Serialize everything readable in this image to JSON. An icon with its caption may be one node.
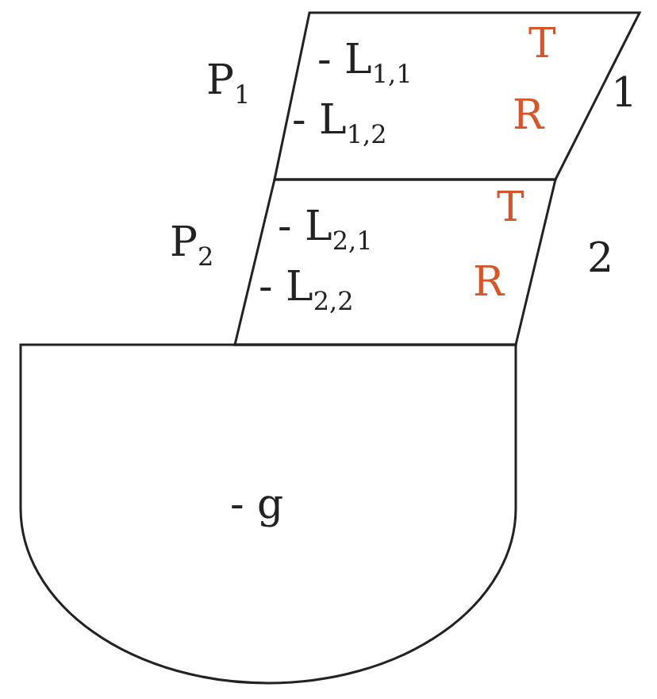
{
  "diagram": {
    "nodes": [
      {
        "text": [
          "- L$_{1,1}$",
          "- L$_{1,2}$",
          "T",
          "R"
        ],
        "beside": [
          "P$_{1}$",
          "1"
        ]
      },
      {
        "text": [
          "- L$_{2,1}$",
          "- L$_{2,2}$",
          "T",
          "R"
        ],
        "beside": [
          "P$_{2}$",
          "2"
        ]
      },
      {
        "text": [
          "- g"
        ]
      }
    ],
    "edges": []
  }
}
